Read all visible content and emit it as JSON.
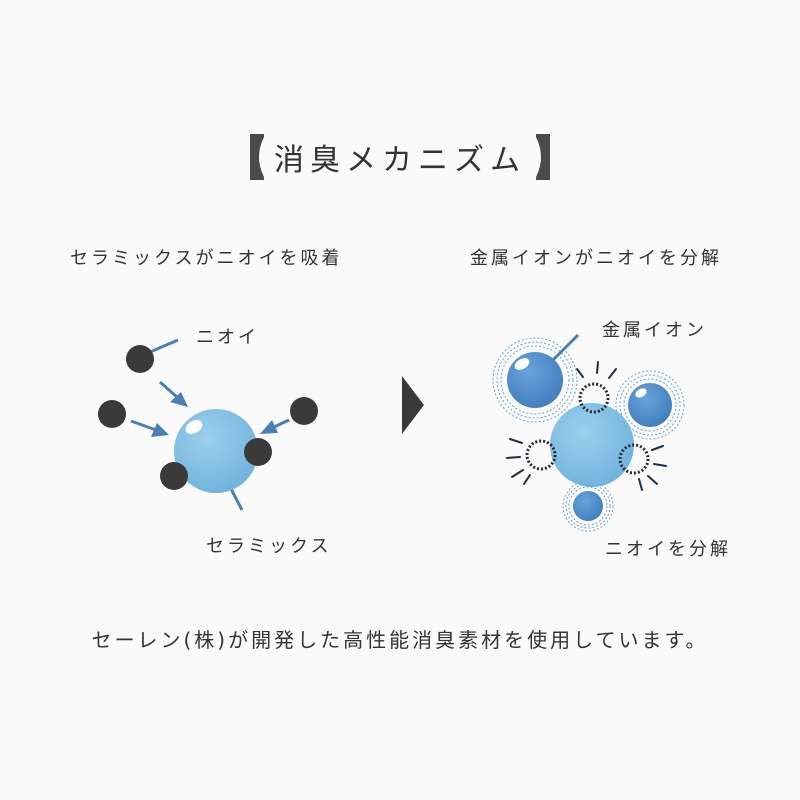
{
  "title": "消臭メカニズム",
  "left_panel": {
    "heading": "セラミックスがニオイを吸着",
    "odor_label": "ニオイ",
    "ceramic_label": "セラミックス"
  },
  "right_panel": {
    "heading": "金属イオンがニオイを分解",
    "ion_label": "金属イオン",
    "decompose_label": "ニオイを分解"
  },
  "footer": "セーレン(株)が開発した高性能消臭素材を使用しています。",
  "colors": {
    "ceramic": "#7fbde2",
    "metal_ion": "#4f8ac9",
    "odor": "#3a3a3a",
    "arrow": "#4a7fb5",
    "text": "#333333",
    "dark_ray": "#1e2f42"
  }
}
